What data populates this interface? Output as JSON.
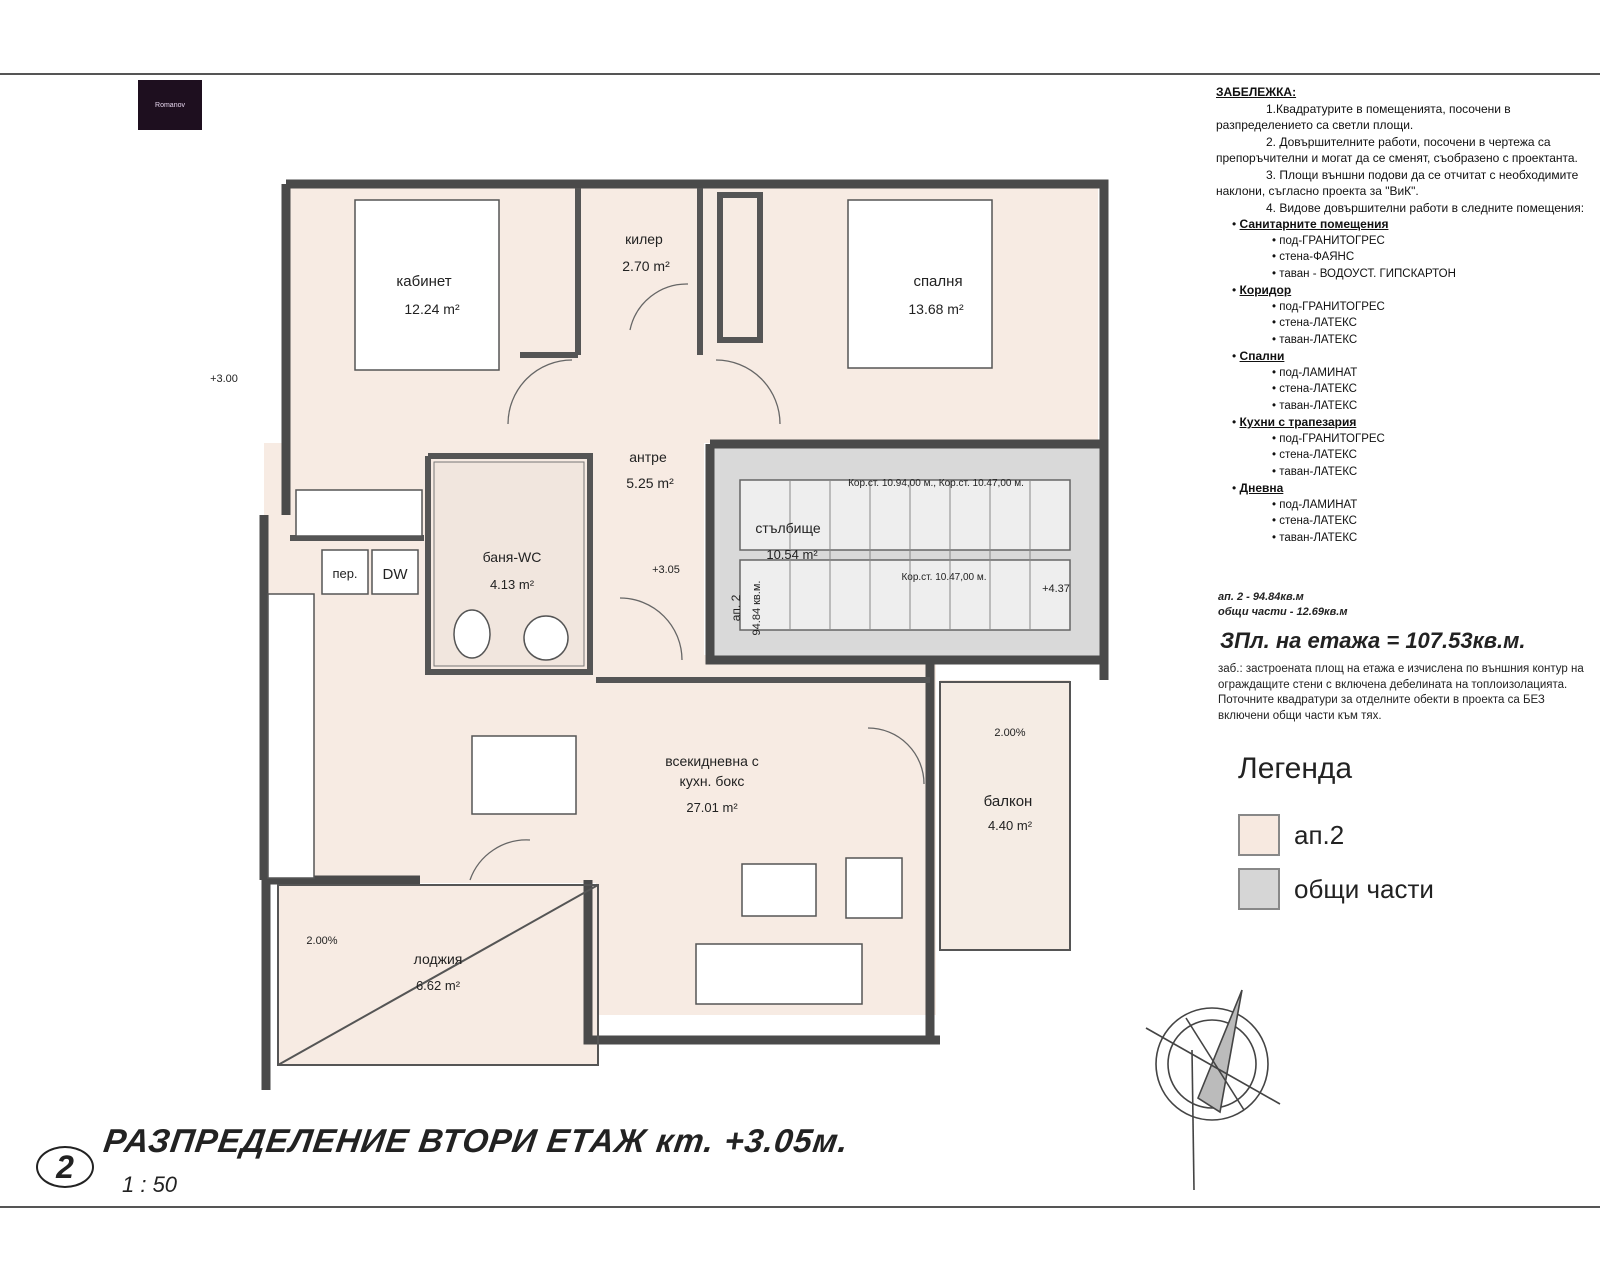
{
  "logo": {
    "text": "Romanov"
  },
  "rooms": {
    "office": {
      "name": "кабинет",
      "area": "12.24 m²"
    },
    "storage": {
      "name": "килер",
      "area": "2.70 m²"
    },
    "bedroom": {
      "name": "спалня",
      "area": "13.68 m²"
    },
    "hall": {
      "name": "антре",
      "area": "5.25 m²"
    },
    "bath": {
      "name": "баня-WC",
      "area": "4.13 m²"
    },
    "stair": {
      "name": "стълбище",
      "area": "10.54 m²"
    },
    "living": {
      "name_line1": "всекидневна с",
      "name_line2": "кухн. бокс",
      "area": "27.01 m²"
    },
    "loggia": {
      "name": "лоджия",
      "area": "6.62 m²"
    },
    "balcony": {
      "name": "балкон",
      "area": "4.40 m²"
    }
  },
  "plan_labels": {
    "stair_top": "Кор.ст. 10.94,00 м., Кор.ст. 10.47,00 м.",
    "stair_bottom": "Кор.ст. 10.47,00 м.",
    "unit_tag": "ап. 2",
    "unit_area": "94.84 кв.м.",
    "level_left": "+3.00",
    "level_right": "+4.37",
    "level_hall": "+3.05",
    "slope_balcony": "2.00%",
    "slope_loggia": "2.00%",
    "appliance_1": "пер.",
    "appliance_2": "DW"
  },
  "notes": {
    "title": "ЗАБЕЛЕЖКА:",
    "items": [
      "1.Квадратурите в помещенията, посочени в разпределението са светли площи.",
      "2. Довършителните работи, посочени в чертежа са препоръчителни и могат да се сменят, съобразено с проектанта.",
      "3. Площи външни подови да се отчитат с необходимите наклони, съгласно проекта за \"ВиК\".",
      "4. Видове довършителни работи в следните помещения:"
    ],
    "finishes": [
      {
        "name": "Санитарните помещения",
        "lines": [
          "под-ГРАНИТОГРЕС",
          "стена-ФАЯНС",
          "таван - ВОДОУСТ. ГИПСКАРТОН"
        ]
      },
      {
        "name": "Коридор",
        "lines": [
          "под-ГРАНИТОГРЕС",
          "стена-ЛАТЕКС",
          "таван-ЛАТЕКС"
        ]
      },
      {
        "name": "Спални",
        "lines": [
          "под-ЛАМИНАТ",
          "стена-ЛАТЕКС",
          "таван-ЛАТЕКС"
        ]
      },
      {
        "name": "Кухни с трапезария",
        "lines": [
          "под-ГРАНИТОГРЕС",
          "стена-ЛАТЕКС",
          "таван-ЛАТЕКС"
        ]
      },
      {
        "name": "Дневна",
        "lines": [
          "под-ЛАМИНАТ",
          "стена-ЛАТЕКС",
          "таван-ЛАТЕКС"
        ]
      }
    ],
    "summary_1": "ап. 2 - 94.84кв.м",
    "summary_2": "общи части - 12.69кв.м",
    "total": "ЗПл. на етажа = 107.53кв.м.",
    "footnote": "заб.: застроената площ на етажа е изчислена по външния контур на ограждащите стени с включена дебелината на топлоизолацията. Поточните квадратури за отделните обекти в проекта са БЕЗ включени общи части към тях."
  },
  "legend": {
    "title": "Легенда",
    "items": [
      {
        "label": "ап.2",
        "color": "#f7e9e0"
      },
      {
        "label": "общи части",
        "color": "#d6d6d6"
      }
    ]
  },
  "caption": {
    "number": "2",
    "title": "РАЗПРЕДЕЛЕНИЕ ВТОРИ ЕТАЖ кт. +3.05м.",
    "scale": "1 : 50"
  },
  "colors": {
    "apartment_fill": "#f7ebe3",
    "common_fill": "#d9d9d9",
    "wall": "#4a4a4a"
  }
}
